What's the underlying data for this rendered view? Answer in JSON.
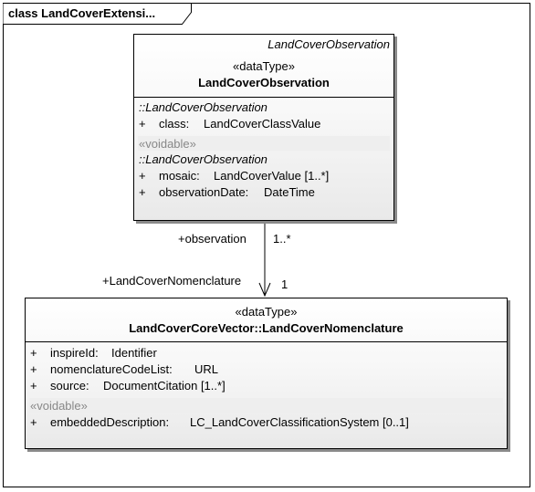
{
  "diagram": {
    "frame_title": "class LandCoverExtensi..."
  },
  "classes": [
    {
      "tag": "LandCoverObservation",
      "stereotype": "«dataType»",
      "name": "LandCoverObservation",
      "section1_context": "::LandCoverObservation",
      "section1_attrs": [
        {
          "vis": "+",
          "name": "class:",
          "type": "LandCoverClassValue"
        }
      ],
      "section2_stereotype": "«voidable»",
      "section2_context": "::LandCoverObservation",
      "section2_attrs": [
        {
          "vis": "+",
          "name": "mosaic:",
          "type": "LandCoverValue [1..*]"
        },
        {
          "vis": "+",
          "name": "observationDate:",
          "type": "DateTime"
        }
      ]
    },
    {
      "stereotype": "«dataType»",
      "name": "LandCoverCoreVector::LandCoverNomenclature",
      "section1_attrs": [
        {
          "vis": "+",
          "name": "inspireId:",
          "type": "Identifier"
        },
        {
          "vis": "+",
          "name": "nomenclatureCodeList:",
          "type": "URL"
        },
        {
          "vis": "+",
          "name": "source:",
          "type": "DocumentCitation [1..*]"
        }
      ],
      "section2_stereotype": "«voidable»",
      "section2_attrs": [
        {
          "vis": "+",
          "name": "embeddedDescription:",
          "type": "LC_LandCoverClassificationSystem [0..1]"
        }
      ]
    }
  ],
  "association": {
    "source_role": "+observation",
    "source_multiplicity": "1..*",
    "target_role": "+LandCoverNomenclature",
    "target_multiplicity": "1"
  }
}
